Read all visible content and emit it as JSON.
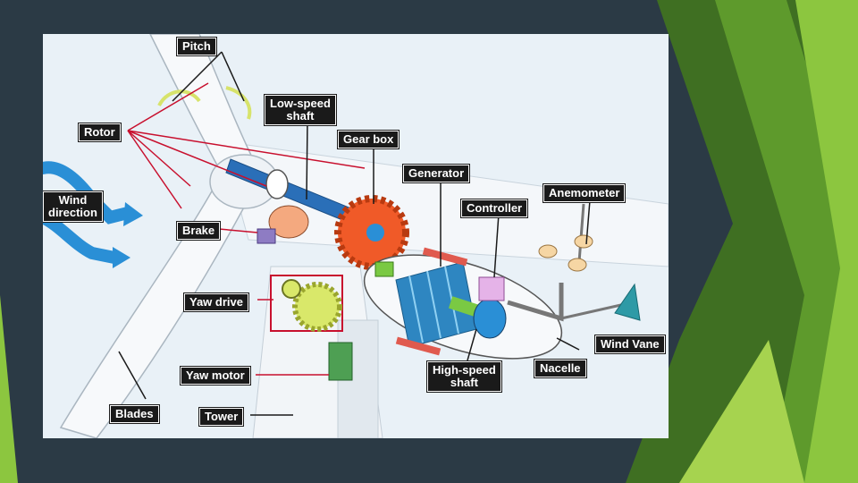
{
  "colors": {
    "slide_background": "#2b3a45",
    "accent_green_dark": "#4f8a24",
    "accent_green_light": "#8cc63f",
    "label_background": "#1a1a1a",
    "label_text": "#ffffff",
    "leader_line": "#c8102e",
    "wind_arrow": "#2a8fd6",
    "gear_box": "#f05a28",
    "generator": "#2e86c1",
    "yaw_gear": "#d9e86a"
  },
  "labels": {
    "pitch": "Pitch",
    "low_speed_shaft": "Low-speed\nshaft",
    "gear_box": "Gear box",
    "rotor": "Rotor",
    "generator": "Generator",
    "wind_direction": "Wind\ndirection",
    "controller": "Controller",
    "anemometer": "Anemometer",
    "brake": "Brake",
    "yaw_drive": "Yaw drive",
    "wind_vane": "Wind Vane",
    "yaw_motor": "Yaw motor",
    "high_speed_shaft": "High-speed\nshaft",
    "nacelle": "Nacelle",
    "blades": "Blades",
    "tower": "Tower"
  }
}
